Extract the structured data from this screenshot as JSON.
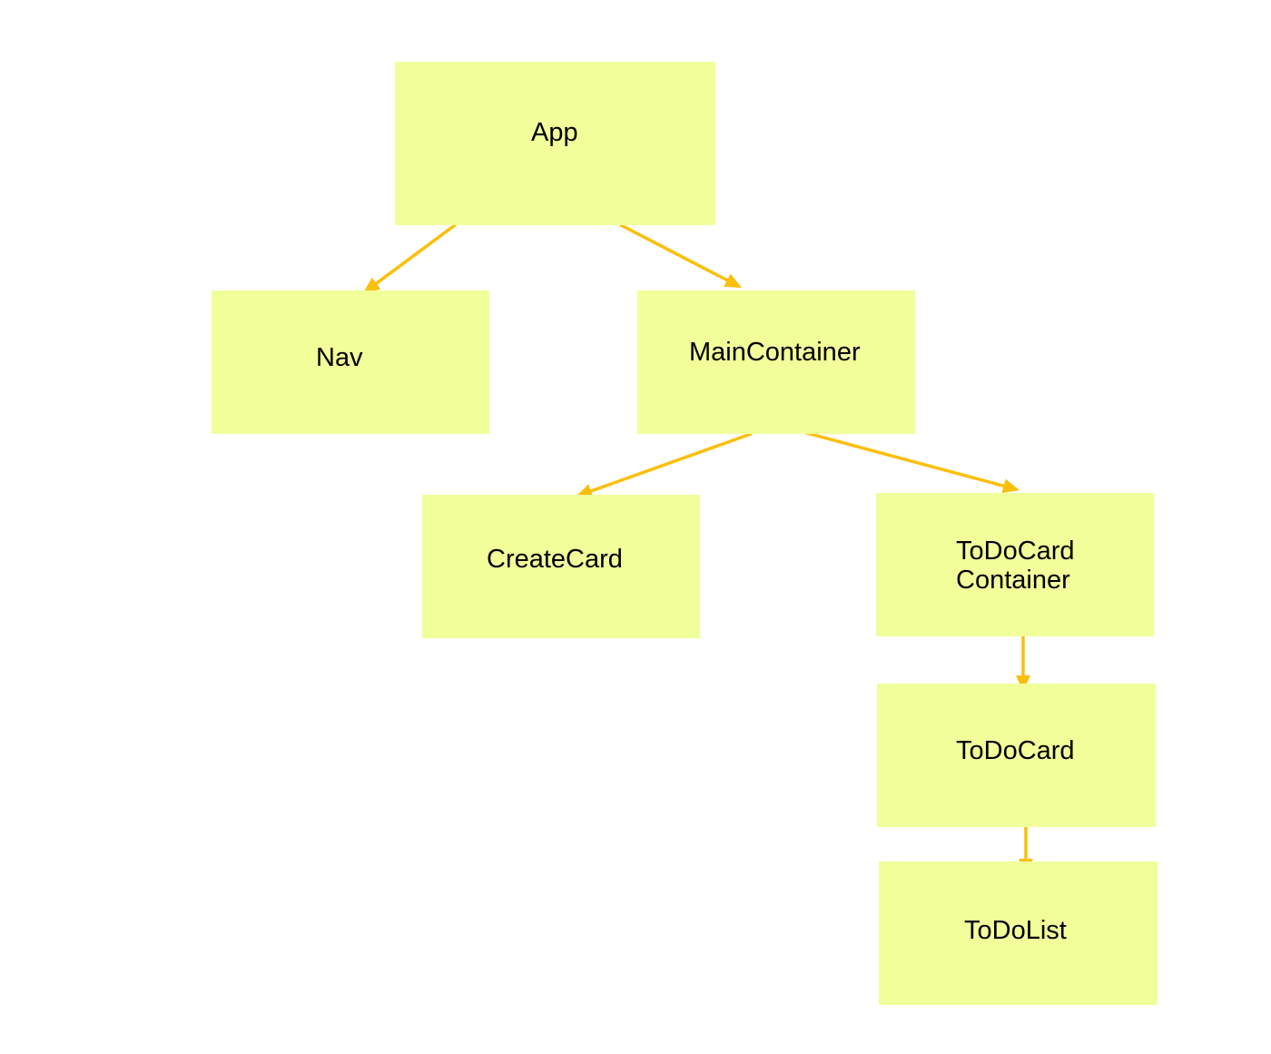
{
  "colors": {
    "node_fill": "#f1ff9a",
    "edge_stroke": "#fbbf0a",
    "text": "#000000",
    "background": "#ffffff"
  },
  "nodes": {
    "app": {
      "label": "App"
    },
    "nav": {
      "label": "Nav"
    },
    "main_container": {
      "label": "MainContainer"
    },
    "create_card": {
      "label": "CreateCard"
    },
    "todo_card_container": {
      "label_line1": "ToDoCard",
      "label_line2": "Container"
    },
    "todo_card": {
      "label": "ToDoCard"
    },
    "todo_list": {
      "label": "ToDoList"
    }
  },
  "edges": [
    {
      "from": "App",
      "to": "Nav"
    },
    {
      "from": "App",
      "to": "MainContainer"
    },
    {
      "from": "MainContainer",
      "to": "CreateCard"
    },
    {
      "from": "MainContainer",
      "to": "ToDoCard Container"
    },
    {
      "from": "ToDoCard Container",
      "to": "ToDoCard"
    },
    {
      "from": "ToDoCard",
      "to": "ToDoList"
    }
  ]
}
